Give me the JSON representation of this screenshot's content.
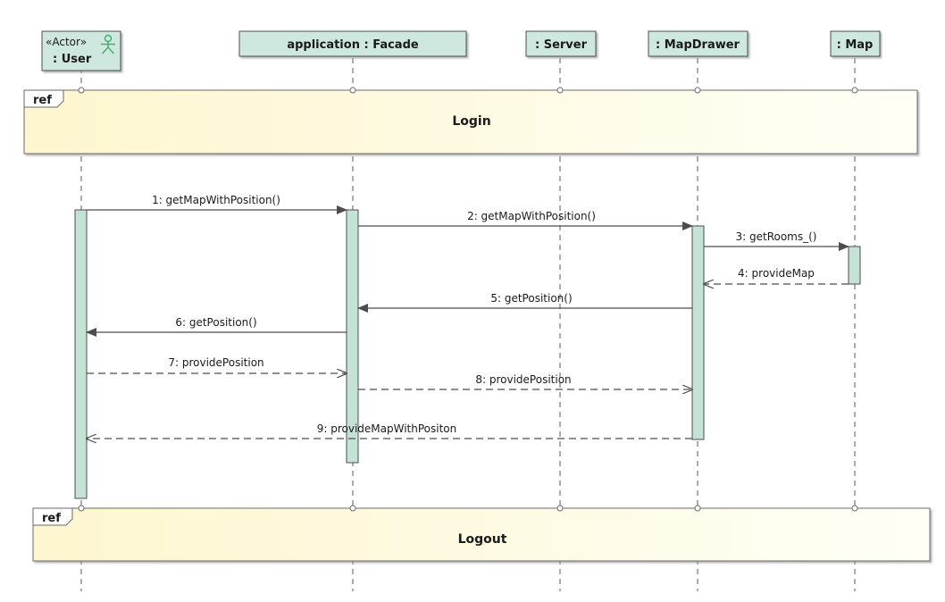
{
  "diagram": {
    "type": "uml-sequence",
    "colors": {
      "head_fill": "#cfe8df",
      "activation_fill": "#c4e2d6",
      "line": "#4d4d4d",
      "frame_fill_start": "#fdf6cf",
      "frame_fill_end": "#fffff4"
    },
    "lifelines": [
      {
        "id": "user",
        "stereotype": "«Actor»",
        "label": ": User",
        "icon": "actor-icon"
      },
      {
        "id": "facade",
        "label": "application : Facade"
      },
      {
        "id": "server",
        "label": ": Server"
      },
      {
        "id": "mapdrawer",
        "label": ": MapDrawer"
      },
      {
        "id": "map",
        "label": ": Map"
      }
    ],
    "frames": [
      {
        "tag": "ref",
        "title": "Login"
      },
      {
        "tag": "ref",
        "title": "Logout"
      }
    ],
    "messages": [
      {
        "label": "1: getMapWithPosition()",
        "from": "user",
        "to": "facade",
        "kind": "sync"
      },
      {
        "label": "2: getMapWithPosition()",
        "from": "facade",
        "to": "mapdrawer",
        "kind": "sync"
      },
      {
        "label": "3: getRooms_()",
        "from": "mapdrawer",
        "to": "map",
        "kind": "sync"
      },
      {
        "label": "4: provideMap",
        "from": "map",
        "to": "mapdrawer",
        "kind": "reply"
      },
      {
        "label": "5: getPosition()",
        "from": "mapdrawer",
        "to": "facade",
        "kind": "sync"
      },
      {
        "label": "6: getPosition()",
        "from": "facade",
        "to": "user",
        "kind": "sync"
      },
      {
        "label": "7: providePosition",
        "from": "user",
        "to": "facade",
        "kind": "reply"
      },
      {
        "label": "8: providePosition",
        "from": "facade",
        "to": "mapdrawer",
        "kind": "reply"
      },
      {
        "label": "9: provideMapWithPositon",
        "from": "mapdrawer",
        "to": "user",
        "kind": "reply"
      }
    ]
  }
}
